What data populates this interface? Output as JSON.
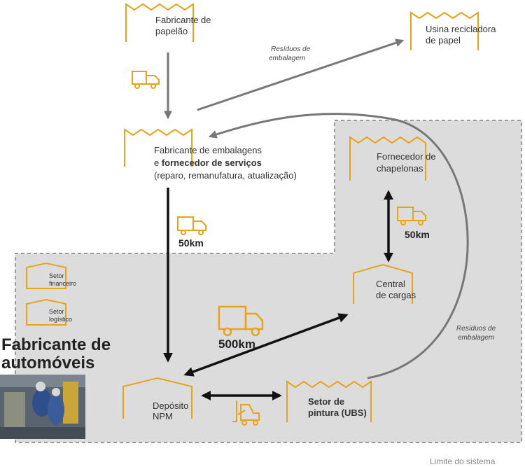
{
  "colors": {
    "facility": "#E8A319",
    "region_fill": "#DCDCDC",
    "region_border": "#9A9A9A",
    "arrow_dark": "#111111",
    "arrow_grey": "#777777",
    "truck": "#E8A319"
  },
  "nodes": {
    "cardboard_maker": {
      "line1": "Fabricante de",
      "line2": "papelão",
      "icon": "factory-icon"
    },
    "recycling_plant": {
      "line1": "Usina recicladora",
      "line2": "de papel",
      "icon": "factory-icon"
    },
    "packaging_maker": {
      "line1": "Fabricante de embalagens",
      "line2_prefix": "e ",
      "line2_bold": "fornecedor de serviços",
      "line3": "(reparo, remanufatura, atualização)",
      "icon": "factory-icon"
    },
    "chapelona_supplier": {
      "line1": "Fornecedor de",
      "line2": "chapelonas",
      "icon": "factory-icon"
    },
    "cargo_center": {
      "line1": "Central",
      "line2": "de cargas",
      "icon": "warehouse-icon"
    },
    "finance_sector": {
      "line1": "Setor",
      "line2": "financeiro",
      "icon": "building-icon"
    },
    "logistics_sector": {
      "line1": "Setor",
      "line2": "logístico",
      "icon": "building-icon"
    },
    "npm_depot": {
      "line1": "Depósito",
      "line2": "NPM",
      "icon": "warehouse-icon"
    },
    "paint_sector": {
      "line1": "Setor de",
      "line2": "pintura (UBS)",
      "icon": "factory-icon"
    }
  },
  "labels": {
    "waste_top_line1": "Resíduos de",
    "waste_top_line2": "embalagem",
    "waste_right_line1": "Resíduos de",
    "waste_right_line2": "embalagem",
    "dist_50km_left": "50km",
    "dist_50km_right": "50km",
    "dist_500km": "500km",
    "automaker_line1": "Fabricante de",
    "automaker_line2": "automóveis",
    "system_limit": "Limite do sistema"
  },
  "photo": {
    "icon": "assembly-line-photo"
  }
}
